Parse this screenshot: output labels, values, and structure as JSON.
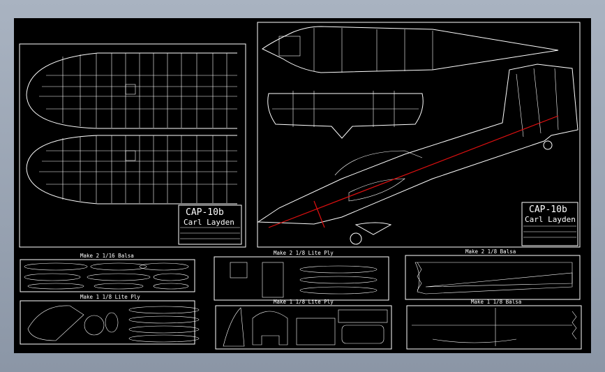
{
  "drawing": {
    "left_panel_title": {
      "model": "CAP-10b",
      "designer": "Carl Layden"
    },
    "right_panel_title": {
      "model": "CAP-10b",
      "designer": "Carl Layden"
    },
    "parts_sheets": [
      {
        "id": "balsa116",
        "label": "Make 2 1/16 Balsa"
      },
      {
        "id": "liteply18a",
        "label": "Make 1 1/8 Lite Ply"
      },
      {
        "id": "liteply18b",
        "label": "Make 2 1/8 Lite Ply"
      },
      {
        "id": "liteply18c",
        "label": "Make 1 1/8 Lite Ply"
      },
      {
        "id": "balsa18a",
        "label": "Make 2 1/8 Balsa"
      },
      {
        "id": "balsa18b",
        "label": "Make 1 1/8 Balsa"
      }
    ]
  },
  "colors": {
    "background": "#8b96a6",
    "sheet": "#000000",
    "linework": "#ffffff",
    "centerline": "#e01010"
  }
}
